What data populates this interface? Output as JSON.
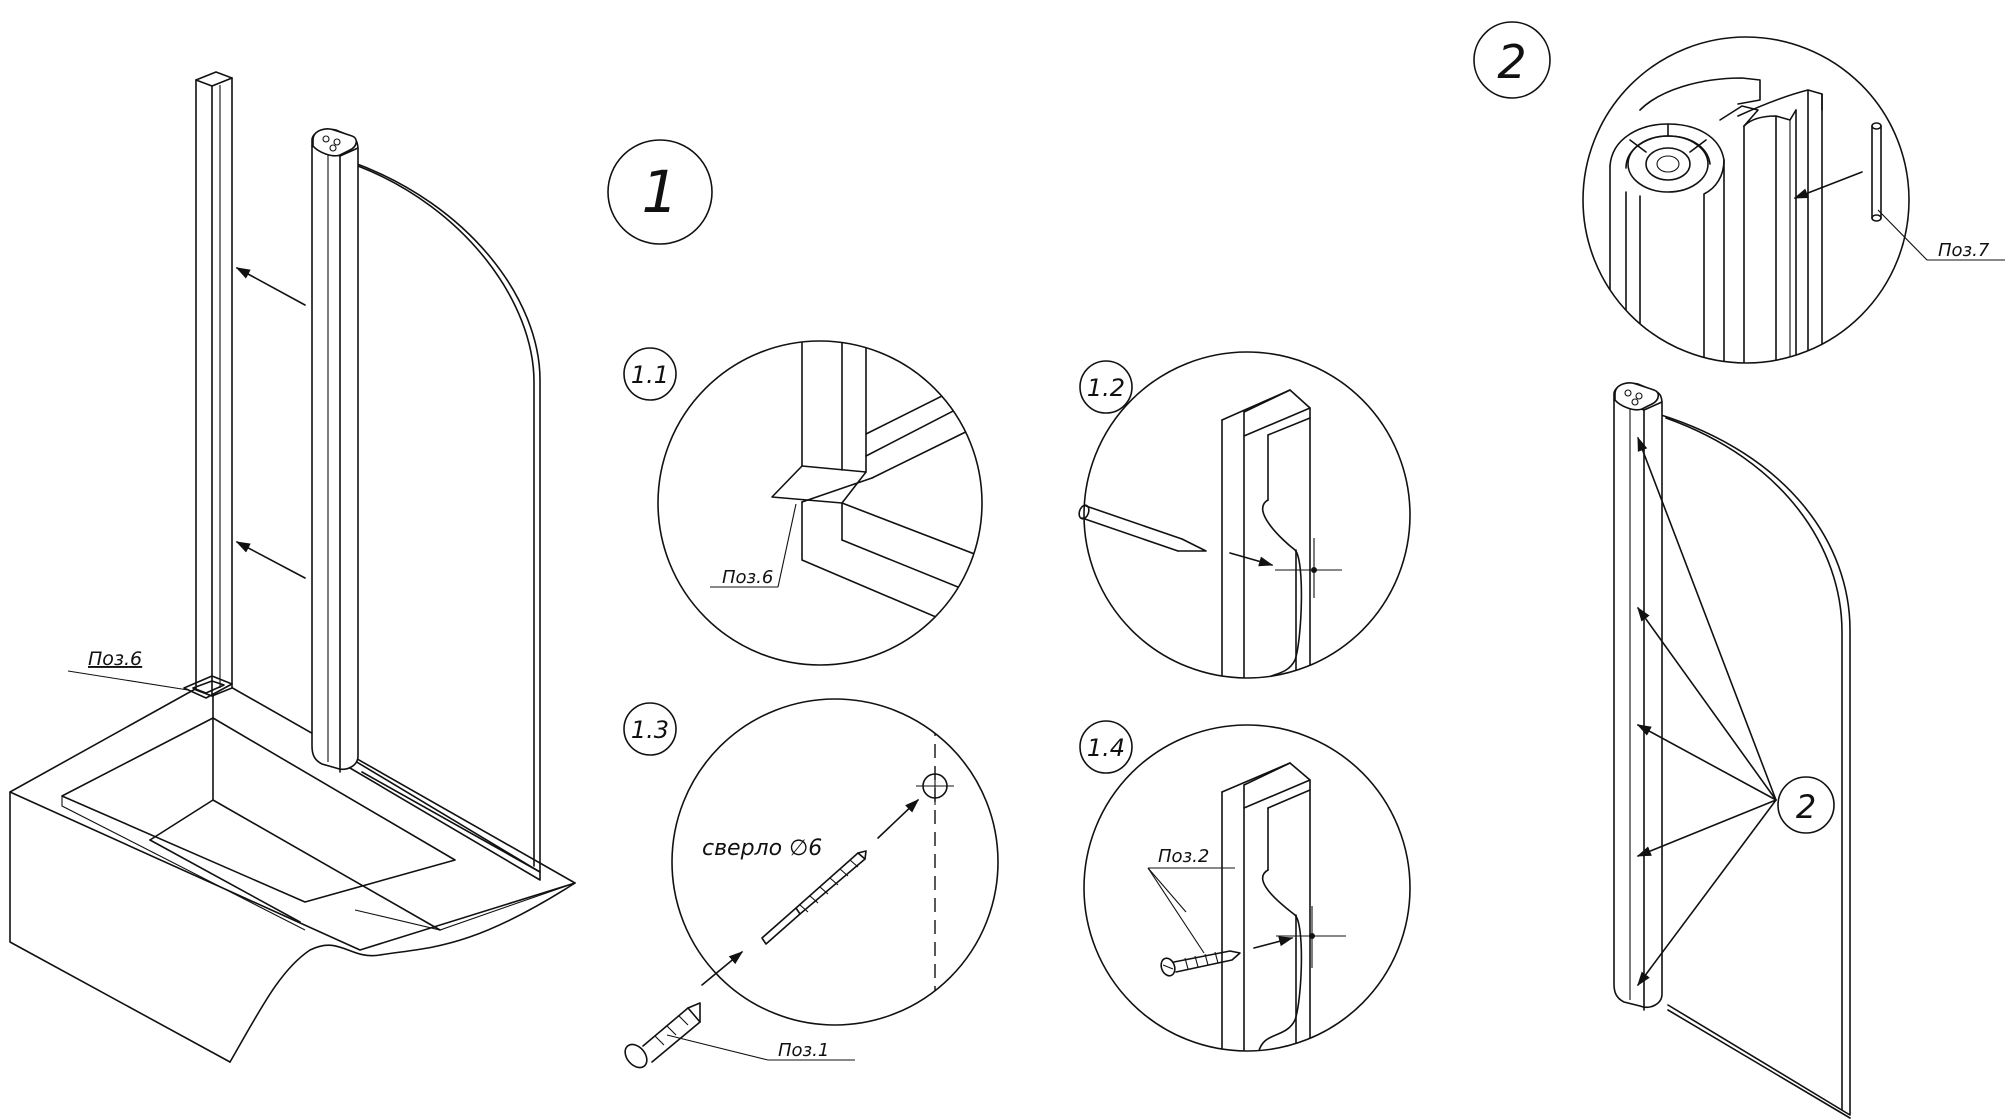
{
  "labels": {
    "step_main": "1",
    "step_1_1": "1.1",
    "step_1_2": "1.2",
    "step_1_3": "1.3",
    "step_1_4": "1.4",
    "step_2": "2",
    "callout_2": "2",
    "poz6_main": "Поз.6",
    "poz6_detail": "Поз.6",
    "poz7": "Поз.7",
    "poz2": "Поз.2",
    "poz1": "Поз.1",
    "drill": "сверло ∅6"
  },
  "colors": {
    "line": "#111111",
    "background": "#ffffff"
  },
  "icons": {
    "pencil": "pencil-icon",
    "drill_bit": "drill-bit-icon",
    "screw": "screw-icon",
    "wall_plug": "wall-plug-icon"
  }
}
